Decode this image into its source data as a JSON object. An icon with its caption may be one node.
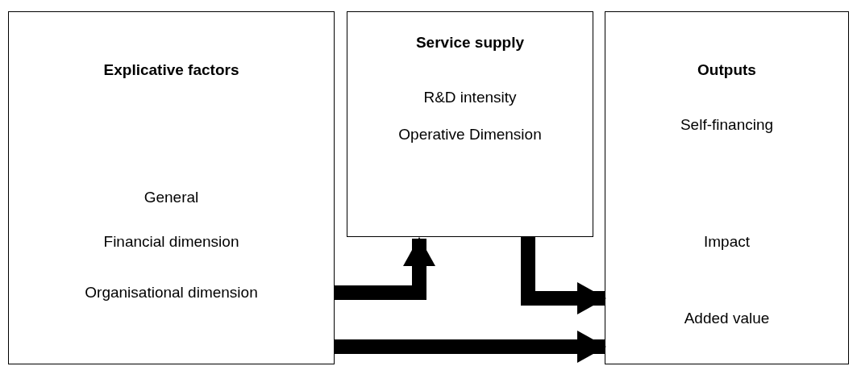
{
  "diagram": {
    "nodes": [
      {
        "text": [
          "Explicative factors",
          "General",
          "Financial dimension",
          "Organisational dimension"
        ]
      },
      {
        "text": [
          "Service supply",
          "R&D intensity",
          "Operative Dimension"
        ]
      },
      {
        "text": [
          "Outputs",
          "Self-financing",
          "Impact",
          "Added value"
        ]
      }
    ],
    "edges": [
      {
        "from": 0,
        "to": 1,
        "arrow": "to"
      },
      {
        "from": 1,
        "to": 2,
        "arrow": "to"
      },
      {
        "from": 0,
        "to": 2,
        "arrow": "to"
      }
    ]
  }
}
